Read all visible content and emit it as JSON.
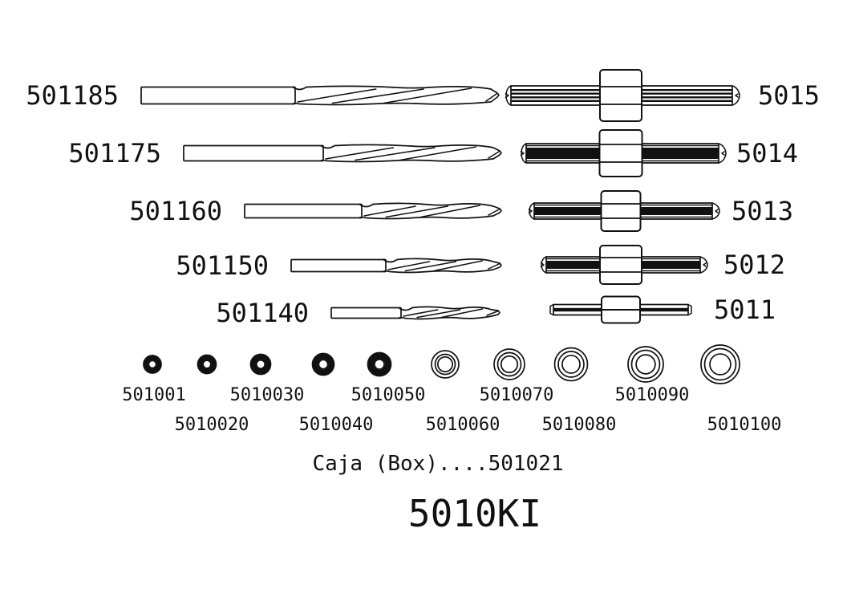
{
  "colors": {
    "ink": "#111111",
    "background": "#ffffff"
  },
  "kit": {
    "title": "5010KI",
    "box_label": "Caja (Box)....501021"
  },
  "drills": [
    "501185",
    "501175",
    "501160",
    "501150",
    "501140"
  ],
  "hand_reamers": [
    "5015",
    "5014",
    "5013",
    "5012",
    "5011"
  ],
  "rings": [
    "501001",
    "5010020",
    "5010030",
    "5010040",
    "5010050",
    "5010060",
    "5010070",
    "5010080",
    "5010090",
    "5010100"
  ]
}
